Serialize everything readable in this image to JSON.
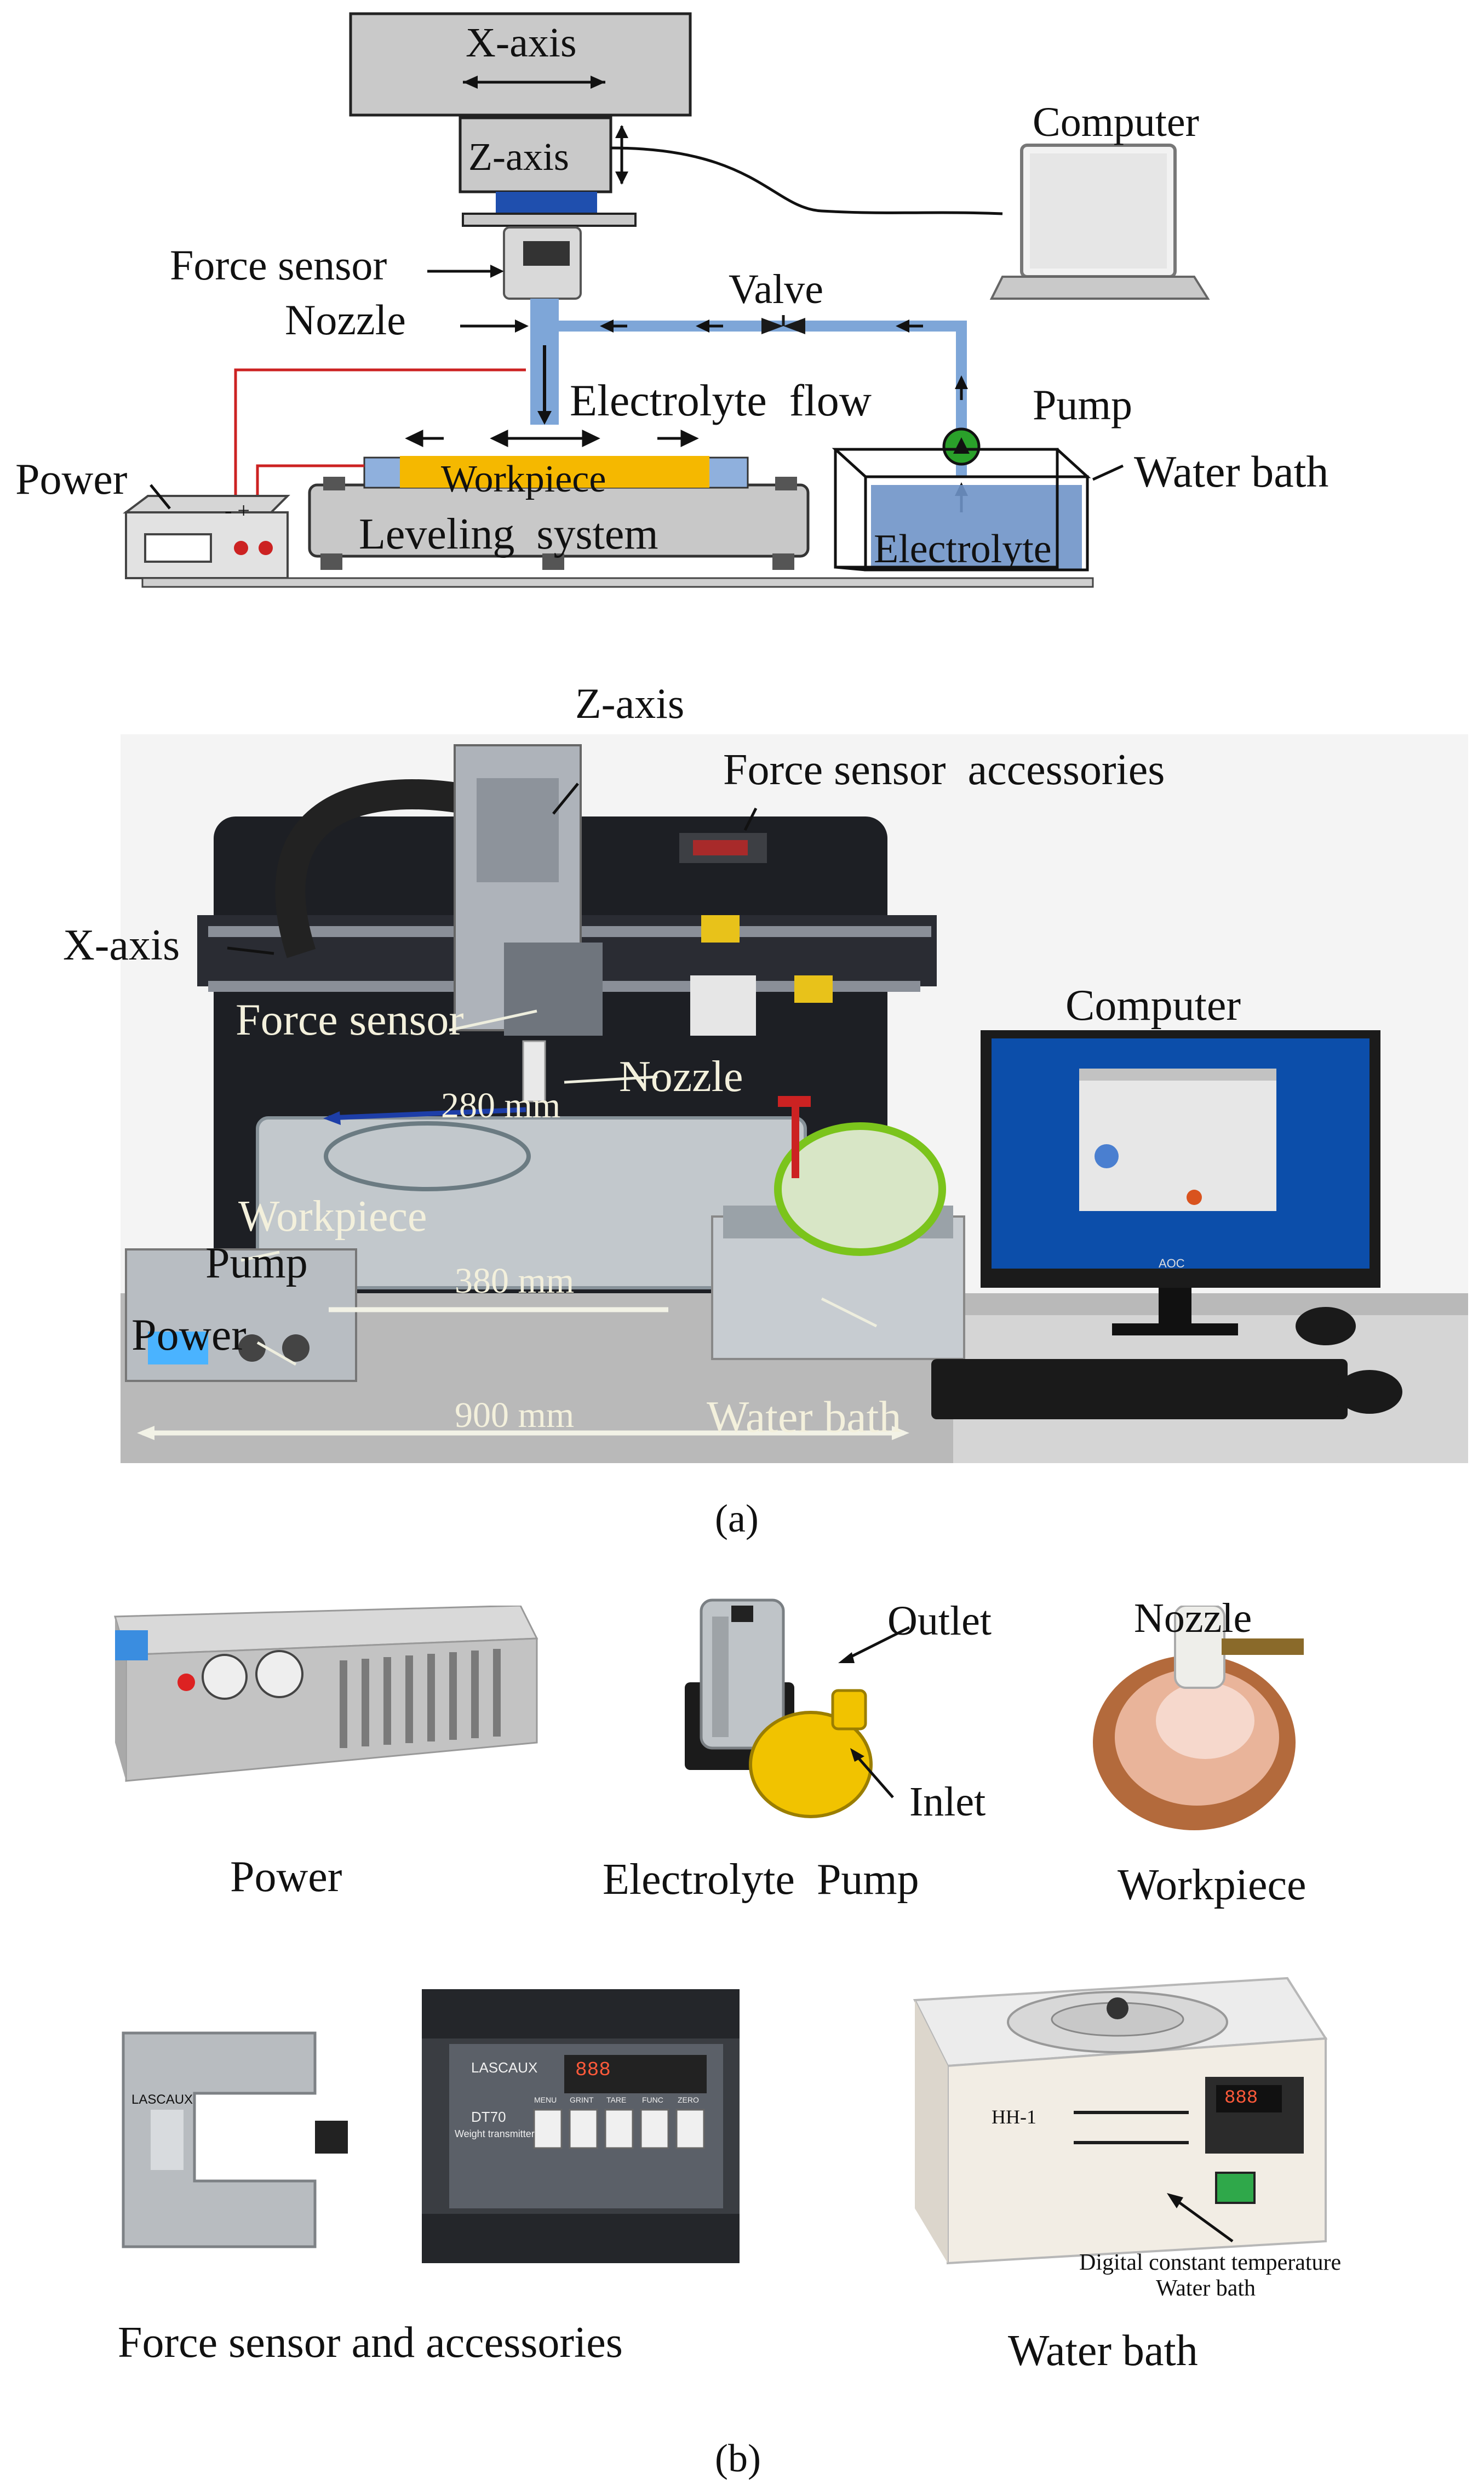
{
  "schematic": {
    "x_axis": "X-axis",
    "z_axis": "Z-axis",
    "computer": "Computer",
    "force_sensor": "Force sensor",
    "nozzle": "Nozzle",
    "valve": "Valve",
    "electrolyte_flow": "Electrolyte  flow",
    "pump": "Pump",
    "water_bath": "Water bath",
    "power": "Power",
    "workpiece": "Workpiece",
    "leveling_system": "Leveling  system",
    "electrolyte": "Electrolyte",
    "power_polarity": "- +"
  },
  "photo": {
    "z_axis": "Z-axis",
    "force_sensor_accessories": "Force sensor  accessories",
    "x_axis": "X-axis",
    "computer": "Computer",
    "force_sensor": "Force sensor",
    "nozzle": "Nozzle",
    "dim_280": "280 mm",
    "workpiece": "Workpiece",
    "pump": "Pump",
    "dim_380": "380 mm",
    "power": "Power",
    "dim_900": "900 mm",
    "water_bath": "Water bath",
    "monitor_brand": "AOC"
  },
  "caption_a": "(a)",
  "components": {
    "power": "Power",
    "pump_outlet": "Outlet",
    "pump_inlet": "Inlet",
    "electrolyte_pump": "Electrolyte  Pump",
    "nozzle": "Nozzle",
    "workpiece": "Workpiece",
    "force_sensor_accessories": "Force sensor and accessories",
    "water_bath": "Water bath",
    "water_bath_model": "HH-1",
    "water_bath_note_1": "Digital constant temperature",
    "water_bath_note_2": "Water bath",
    "sensor_brand": "LASCAUX",
    "transmitter_model": "DT70",
    "transmitter_subtitle": "Weight transmitter",
    "transmitter_display": "888",
    "keys": [
      "MENU",
      "GRINT",
      "TARE",
      "FUNC",
      "ZERO"
    ]
  },
  "caption_b": "(b)",
  "colors": {
    "flow_pipe": "#7ea6d8",
    "wire": "#cc2222",
    "workpiece": "#f5b800",
    "electrolyte": "#6f94c8",
    "stage": "#c8c8c8"
  }
}
